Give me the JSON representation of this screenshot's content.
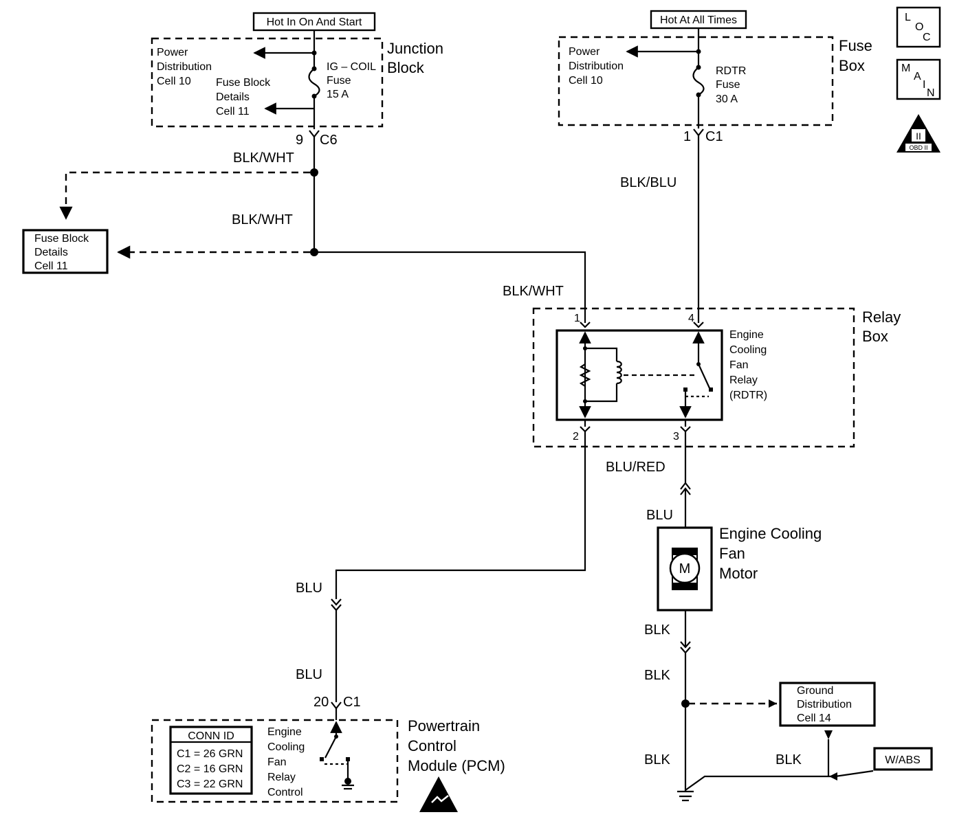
{
  "labels": {
    "hot_run_start": "Hot In On And Start",
    "hot_all_times": "Hot At All Times",
    "power_dist_cell10_a": [
      "Power",
      "Distribution",
      "Cell 10"
    ],
    "fuse_block_details_a": [
      "Fuse Block",
      "Details",
      "Cell 11"
    ],
    "ig_coil_fuse": [
      "IG – COIL",
      "Fuse",
      "15 A"
    ],
    "junction_block": [
      "Junction",
      "Block"
    ],
    "power_dist_cell10_b": [
      "Power",
      "Distribution",
      "Cell 10"
    ],
    "rdtr_fuse": [
      "RDTR",
      "Fuse",
      "30 A"
    ],
    "fuse_box": [
      "Fuse",
      "Box"
    ],
    "conn_c6_pin": "9",
    "conn_c6": "C6",
    "conn_c1_top_pin": "1",
    "conn_c1_top": "C1",
    "wire_blk_wht_1": "BLK/WHT",
    "wire_blk_wht_2": "BLK/WHT",
    "wire_blk_wht_3": "BLK/WHT",
    "wire_blk_blu": "BLK/BLU",
    "fuse_block_details_b": [
      "Fuse Block",
      "Details",
      "Cell 11"
    ],
    "relay_box": [
      "Relay",
      "Box"
    ],
    "relay_name": [
      "Engine",
      "Cooling",
      "Fan",
      "Relay",
      "(RDTR)"
    ],
    "pin1": "1",
    "pin4": "4",
    "pin2": "2",
    "pin3": "3",
    "wire_blu_red": "BLU/RED",
    "wire_blu_1": "BLU",
    "motor_name": [
      "Engine Cooling",
      "Fan",
      "Motor"
    ],
    "motor_symbol": "M",
    "wire_blu_2": "BLU",
    "wire_blu_3": "BLU",
    "wire_blk_1": "BLK",
    "wire_blk_2": "BLK",
    "wire_blk_3": "BLK",
    "wire_blk_4": "BLK",
    "conn_c1_bottom_pin": "20",
    "conn_c1_bottom": "C1",
    "ground_dist": [
      "Ground",
      "Distribution",
      "Cell 14"
    ],
    "w_abs": "W/ABS",
    "pcm_name": [
      "Powertrain",
      "Control",
      "Module (PCM)"
    ],
    "pcm_relay_ctrl": [
      "Engine",
      "Cooling",
      "Fan",
      "Relay",
      "Control"
    ],
    "conn_id_title": "CONN ID",
    "conn_id_rows": [
      "C1 = 26 GRN",
      "C2 = 16 GRN",
      "C3 = 22 GRN"
    ],
    "icon_loc": [
      "L",
      "O",
      "C"
    ],
    "icon_main": [
      "M",
      "A",
      "I",
      "N"
    ],
    "icon_obd": [
      "II",
      "OBD II"
    ]
  }
}
